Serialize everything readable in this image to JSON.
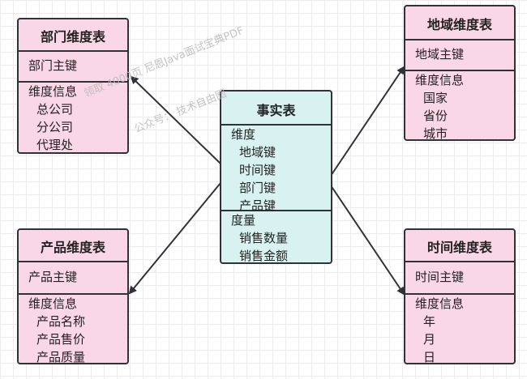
{
  "fact_table": {
    "title": "事实表",
    "dimension_header": "维度",
    "dimension_keys": [
      "地域键",
      "时间键",
      "部门键",
      "产品键"
    ],
    "measure_header": "度量",
    "measures": [
      "销售数量",
      "销售金额"
    ]
  },
  "dimension_tables": [
    {
      "id": "department",
      "title": "部门维度表",
      "key": "部门主键",
      "info_header": "维度信息",
      "items": [
        "总公司",
        "分公司",
        "代理处"
      ]
    },
    {
      "id": "region",
      "title": "地域维度表",
      "key": "地域主键",
      "info_header": "维度信息",
      "items": [
        "国家",
        "省份",
        "城市"
      ]
    },
    {
      "id": "product",
      "title": "产品维度表",
      "key": "产品主键",
      "info_header": "维度信息",
      "items": [
        "产品名称",
        "产品售价",
        "产品质量"
      ]
    },
    {
      "id": "time",
      "title": "时间维度表",
      "key": "时间主键",
      "info_header": "维度信息",
      "items": [
        "年",
        "月",
        "日"
      ]
    }
  ],
  "watermark": {
    "line1": "领取 4000页 尼恩Java面试宝典PDF",
    "line2": "公众号：  技术自由圈"
  },
  "colors": {
    "dimension_fill": "#fad7e6",
    "fact_fill": "#d8f2f2",
    "border": "#2f3338",
    "arrow": "#2f3338"
  }
}
